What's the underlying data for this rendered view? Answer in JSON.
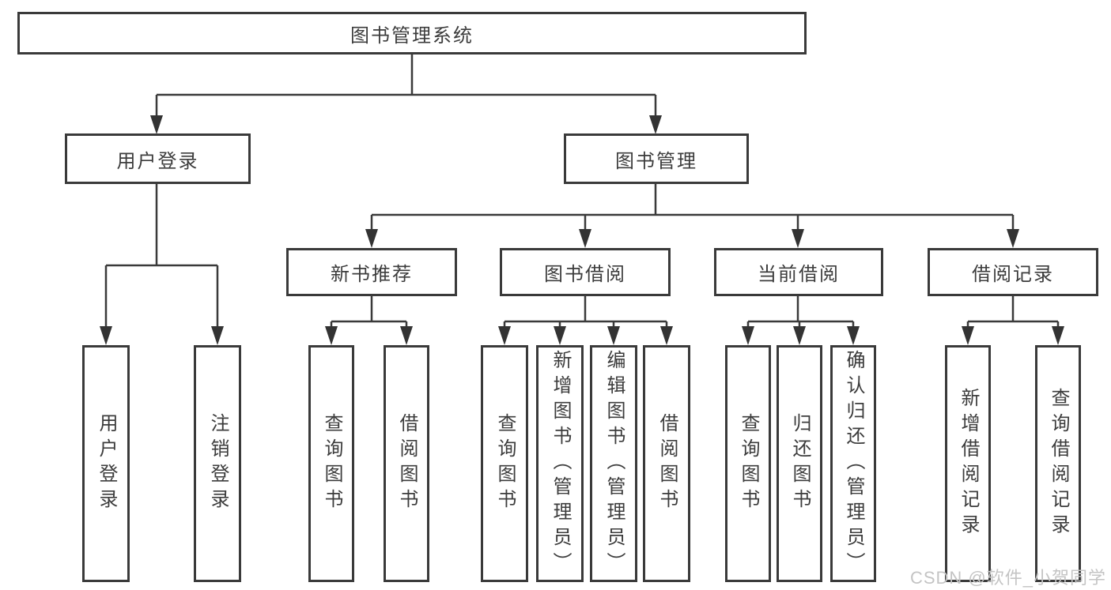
{
  "tree": {
    "root": {
      "label": "图书管理系统",
      "children": [
        {
          "label": "用户登录",
          "children": [
            {
              "label": "用户登录"
            },
            {
              "label": "注销登录"
            }
          ]
        },
        {
          "label": "图书管理",
          "children": [
            {
              "label": "新书推荐",
              "children": [
                {
                  "label": "查询图书"
                },
                {
                  "label": "借阅图书"
                }
              ]
            },
            {
              "label": "图书借阅",
              "children": [
                {
                  "label": "查询图书"
                },
                {
                  "label": "新增图书（管理员）"
                },
                {
                  "label": "编辑图书（管理员）"
                },
                {
                  "label": "借阅图书"
                }
              ]
            },
            {
              "label": "当前借阅",
              "children": [
                {
                  "label": "查询图书"
                },
                {
                  "label": "归还图书"
                },
                {
                  "label": "确认归还（管理员）"
                }
              ]
            },
            {
              "label": "借阅记录",
              "children": [
                {
                  "label": "新增借阅记录"
                },
                {
                  "label": "查询借阅记录"
                }
              ]
            }
          ]
        }
      ]
    }
  },
  "watermark": {
    "text": "CSDN @软件_小贺同学"
  },
  "colors": {
    "line": "#3a3a3a",
    "text": "#3c3c3c",
    "box_background": "#ffffff",
    "watermark": "#c4c4c4",
    "background": "#ffffff"
  }
}
